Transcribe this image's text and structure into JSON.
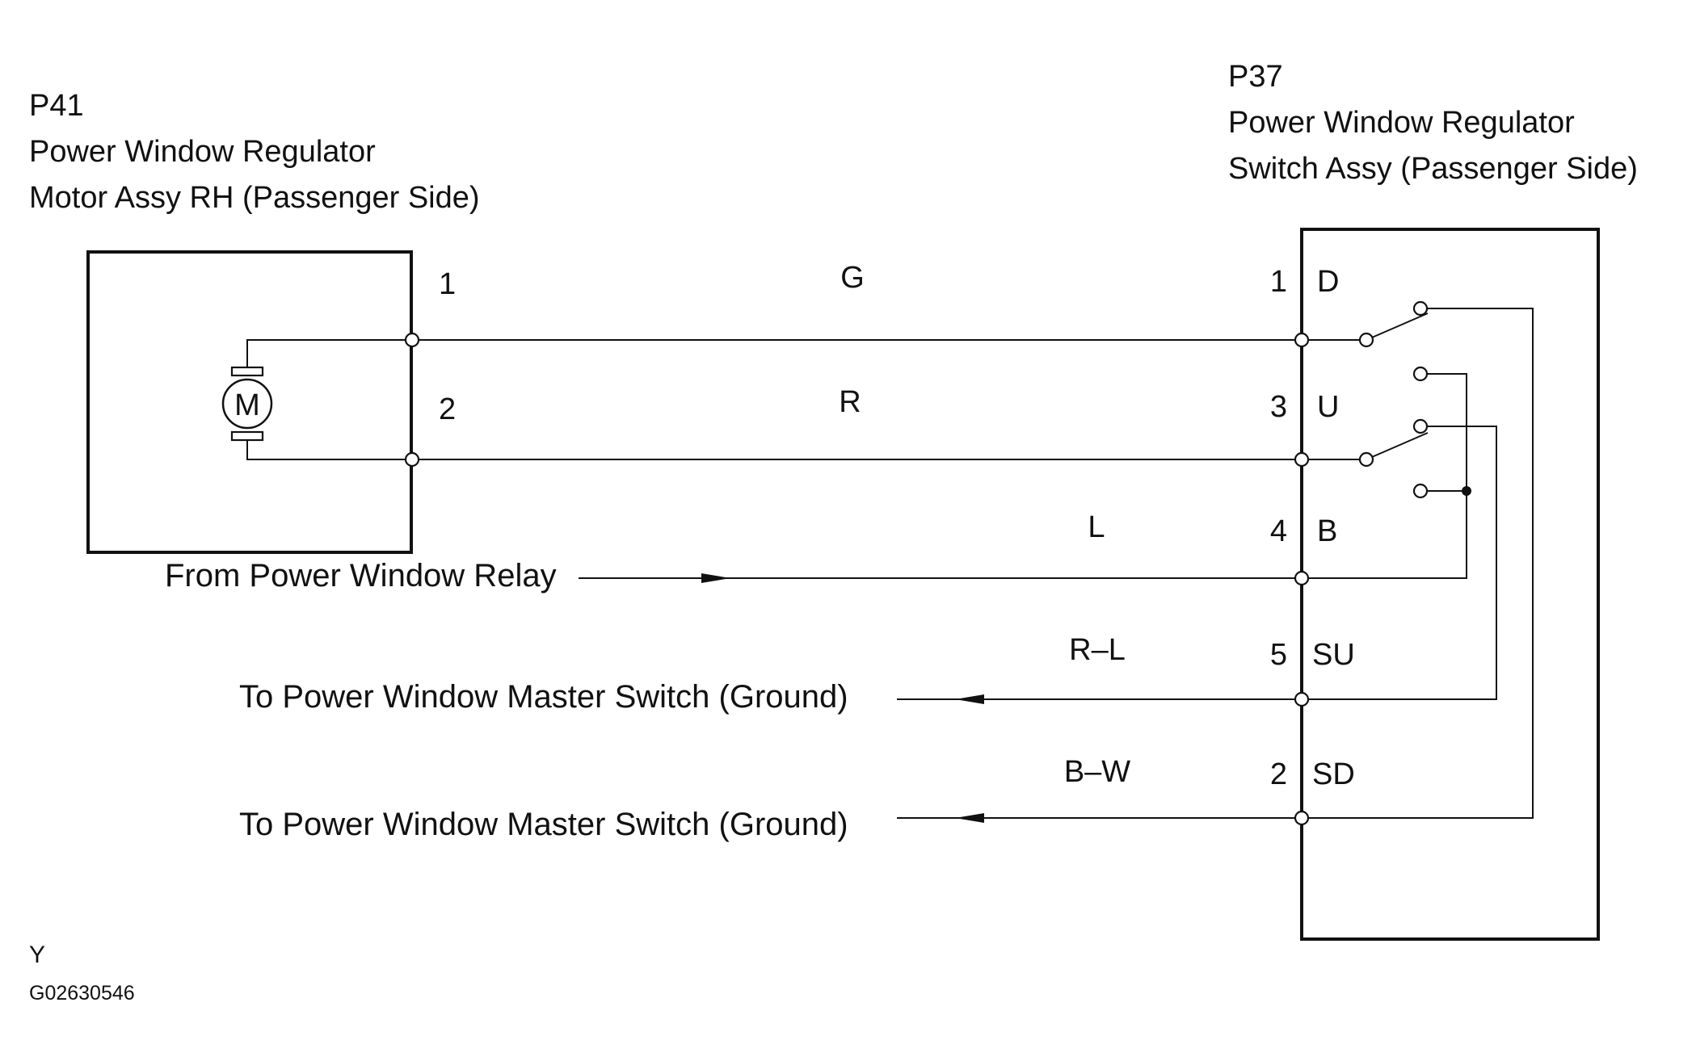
{
  "left_component": {
    "code": "P41",
    "line1": "Power Window Regulator",
    "line2": "Motor Assy RH (Passenger Side)",
    "motor_symbol": "M",
    "pins": [
      "1",
      "2"
    ]
  },
  "right_component": {
    "code": "P37",
    "line1": "Power Window Regulator",
    "line2": "Switch Assy (Passenger Side)",
    "terminals": [
      {
        "pin": "1",
        "name": "D"
      },
      {
        "pin": "3",
        "name": "U"
      },
      {
        "pin": "4",
        "name": "B"
      },
      {
        "pin": "5",
        "name": "SU"
      },
      {
        "pin": "2",
        "name": "SD"
      }
    ]
  },
  "wires": [
    {
      "color": "G"
    },
    {
      "color": "R"
    },
    {
      "color": "L"
    },
    {
      "color": "R–L"
    },
    {
      "color": "B–W"
    }
  ],
  "external": {
    "from_relay": "From Power Window Relay",
    "to_master_su": "To Power Window Master Switch (Ground)",
    "to_master_sd": "To Power Window Master Switch (Ground)"
  },
  "footer": {
    "code": "Y",
    "figure_id": "G02630546"
  }
}
